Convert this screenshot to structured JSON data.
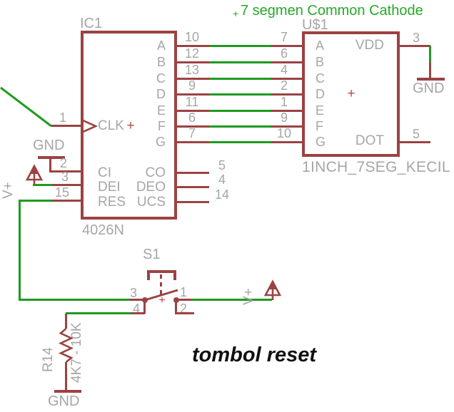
{
  "title": {
    "text": "7 segmen Common Cathode",
    "anchor_cross": "+"
  },
  "caption": "tombol reset",
  "colors": {
    "symbol_maroon": "#9C4242",
    "wire_green": "#1E9B1E",
    "title_green": "#28A828",
    "label_gray": "#A6A6A6",
    "origin_red": "#B34A4A",
    "caption_black": "#111111"
  },
  "ic1": {
    "ref": "IC1",
    "part_value": "4026N",
    "clk": {
      "pin": "1",
      "label": "CLK",
      "origin_cross": "+"
    },
    "ci": {
      "pin": "2",
      "label": "CI"
    },
    "dei": {
      "pin": "3",
      "label": "DEI"
    },
    "res": {
      "pin": "15",
      "label": "RES"
    },
    "co": {
      "pin": "5",
      "label": "CO"
    },
    "deo": {
      "pin": "4",
      "label": "DEO"
    },
    "ucs": {
      "pin": "14",
      "label": "UCS"
    },
    "seg_letters": [
      "A",
      "B",
      "C",
      "D",
      "E",
      "F",
      "G"
    ],
    "seg_pins": [
      "10",
      "12",
      "13",
      "9",
      "11",
      "6",
      "7"
    ]
  },
  "u1": {
    "ref": "U$1",
    "part_value": "1INCH_7SEG_KECIL",
    "origin_cross": "+",
    "seg_letters": [
      "A",
      "B",
      "C",
      "D",
      "E",
      "F",
      "G"
    ],
    "seg_pins": [
      "7",
      "6",
      "4",
      "2",
      "1",
      "9",
      "10"
    ],
    "vdd": {
      "pin": "3",
      "label": "VDD"
    },
    "dot": {
      "pin": "5",
      "label": "DOT"
    }
  },
  "s1": {
    "ref": "S1",
    "origin_cross": "+",
    "pin1": "1",
    "pin2": "2",
    "pin3": "3",
    "pin4": "4"
  },
  "r14": {
    "ref": "R14",
    "value": "4K7 - 10K"
  },
  "power": {
    "vplus_left": "V+",
    "vplus_right": "V+",
    "gnd_top_left": "GND",
    "gnd_top_right": "GND",
    "gnd_bottom": "GND"
  }
}
